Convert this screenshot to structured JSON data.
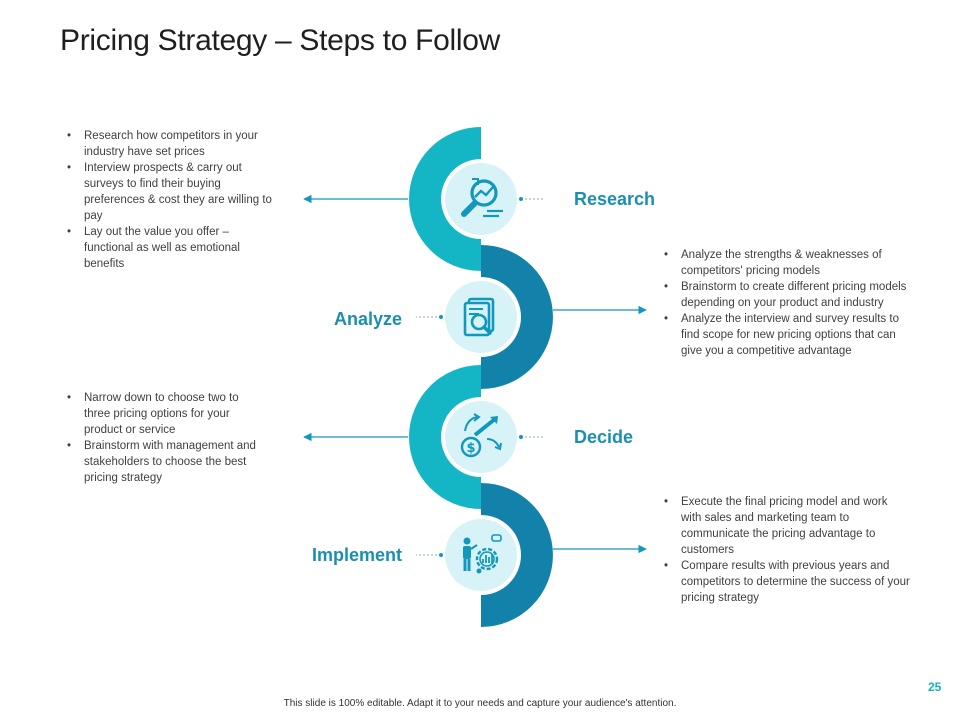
{
  "title": "Pricing Strategy – Steps to Follow",
  "colors": {
    "teal": "#14b6c6",
    "blue": "#1282aa",
    "circle_fill": "#d7f3f8",
    "icon": "#1198bc",
    "label": "#1b8fae"
  },
  "steps": [
    {
      "label": "Research",
      "icon": "magnifier-chart-icon",
      "bullets": [
        "Research  how competitors in your industry have set prices",
        "Interview prospects & carry  out surveys to find their buying preferences  & cost they are  willing to pay",
        "Lay out the value you offer – functional as well as emotional benefits"
      ]
    },
    {
      "label": "Analyze",
      "icon": "document-search-icon",
      "bullets": [
        "Analyze the strengths & weaknesses of competitors' pricing models",
        "Brainstorm to create different pricing models depending on your product and industry",
        "Analyze the interview and survey results to find scope for new pricing options that can give  you a competitive advantage"
      ]
    },
    {
      "label": "Decide",
      "icon": "dollar-growth-arrows-icon",
      "bullets": [
        "Narrow down to choose two to three pricing options for your product or service",
        "Brainstorm with management and stakeholders to choose the best pricing strategy"
      ]
    },
    {
      "label": "Implement",
      "icon": "presenter-chart-gear-icon",
      "bullets": [
        "Execute the final pricing model and work with sales and marketing team to communicate the pricing advantage to customers",
        "Compare results with previous years  and competitors to determine the success of your pricing strategy"
      ]
    }
  ],
  "footer": "This slide is 100% editable.  Adapt it to your needs and capture your audience's attention.",
  "page_number": "25"
}
